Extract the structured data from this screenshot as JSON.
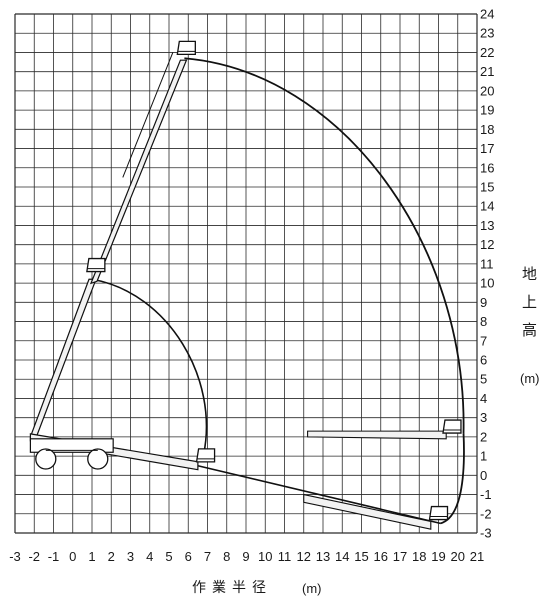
{
  "chart_data": {
    "type": "working-range-diagram",
    "x_ticks": [
      "-3",
      "-2",
      "-1",
      "0",
      "1",
      "2",
      "3",
      "4",
      "5",
      "6",
      "7",
      "8",
      "9",
      "10",
      "11",
      "12",
      "13",
      "14",
      "15",
      "16",
      "17",
      "18",
      "19",
      "20",
      "21"
    ],
    "y_ticks": [
      "24",
      "23",
      "22",
      "21",
      "20",
      "19",
      "18",
      "17",
      "16",
      "15",
      "14",
      "13",
      "12",
      "11",
      "10",
      "9",
      "8",
      "7",
      "6",
      "5",
      "4",
      "3",
      "2",
      "1",
      "0",
      "-1",
      "-2",
      "-3"
    ],
    "xlim": [
      -3,
      21
    ],
    "ylim": [
      -3,
      24
    ],
    "grid": true,
    "y_axis_label_chars": [
      "地",
      "上",
      "高"
    ],
    "y_axis_unit": "(m)",
    "x_axis_label": "作業半径",
    "x_axis_unit": "(m)",
    "boom_positions": [
      {
        "name": "raised",
        "boom_from": [
          -2.2,
          2.0
        ],
        "knuckle": [
          1.0,
          10.2
        ],
        "platform": [
          5.8,
          21.7
        ]
      },
      {
        "name": "folded",
        "boom_from": [
          -2.2,
          2.0
        ],
        "knuckle": [
          6.5,
          0.5
        ]
      },
      {
        "name": "max-reach-high",
        "platform": [
          19.6,
          2.2
        ]
      },
      {
        "name": "max-reach-low",
        "platform": [
          18.6,
          -2.5
        ]
      }
    ],
    "envelope": [
      [
        5.8,
        21.7
      ],
      [
        20.3,
        2.2
      ],
      [
        19.1,
        -2.5
      ],
      [
        6.5,
        0.5
      ]
    ]
  }
}
